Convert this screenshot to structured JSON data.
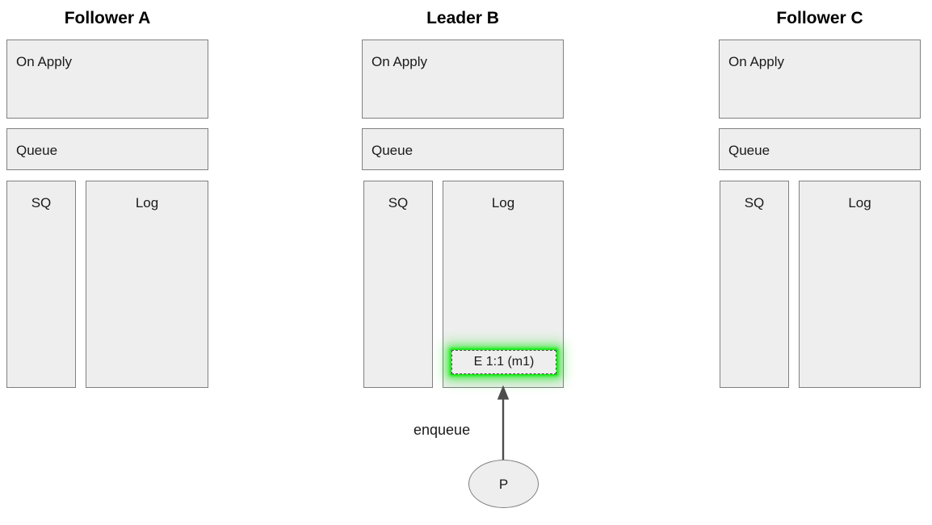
{
  "diagram": {
    "title_hidden": "",
    "colors": {
      "box_fill": "#eeeeee",
      "box_border": "#808080",
      "entry_border": "#4d4d4d",
      "highlight_glow": "#00eb00",
      "edge": "#4d4d4d",
      "text": "#1a1a1a"
    },
    "nodes": [
      {
        "id": "follower-a",
        "title": "Follower A",
        "sections": {
          "on_apply": "On Apply",
          "queue": "Queue",
          "sq": "SQ",
          "log": "Log"
        },
        "log_entries": []
      },
      {
        "id": "leader-b",
        "title": "Leader B",
        "sections": {
          "on_apply": "On Apply",
          "queue": "Queue",
          "sq": "SQ",
          "log": "Log"
        },
        "log_entries": [
          {
            "label": "E 1:1 (m1)",
            "highlighted": true
          }
        ]
      },
      {
        "id": "follower-c",
        "title": "Follower C",
        "sections": {
          "on_apply": "On Apply",
          "queue": "Queue",
          "sq": "SQ",
          "log": "Log"
        },
        "log_entries": []
      }
    ],
    "client": {
      "label": "P"
    },
    "edges": [
      {
        "id": "enqueue-edge",
        "label": "enqueue",
        "from": "client",
        "to": "leader-b-log-entry"
      }
    ]
  }
}
